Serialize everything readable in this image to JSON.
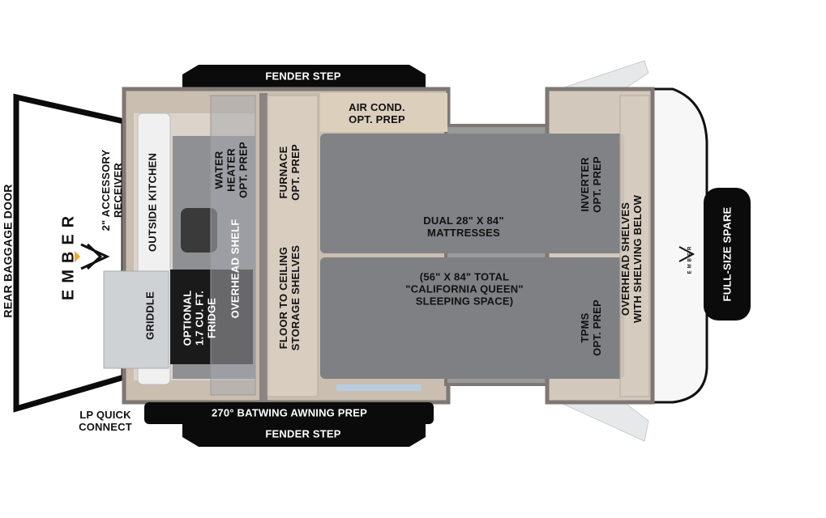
{
  "labels": {
    "rear_baggage_door": "REAR BAGGAGE DOOR",
    "accessory_receiver": "2\" ACCESSORY\nRECEIVER",
    "outside_kitchen": "OUTSIDE KITCHEN",
    "griddle": "GRIDDLE",
    "fridge": "OPTIONAL\n1.7 CU. FT.\nFRIDGE",
    "water_heater": "WATER\nHEATER\nOPT. PREP",
    "overhead_shelf": "OVERHEAD SHELF",
    "furnace": "FURNACE\nOPT. PREP",
    "storage_shelves": "FLOOR TO CEILING\nSTORAGE SHELVES",
    "air_cond": "AIR COND.\nOPT. PREP",
    "mattresses": "DUAL 28\" X 84\"\nMATTRESSES",
    "sleeping_space": "(56\" X 84\" TOTAL\n\"CALIFORNIA QUEEN\"\nSLEEPING SPACE)",
    "inverter": "INVERTER\nOPT. PREP",
    "tpms": "TPMS\nOPT. PREP",
    "overhead_shelves": "OVERHEAD SHELVES\nWITH SHELVING BELOW",
    "full_size_spare": "FULL-SIZE SPARE",
    "fender_step_top": "FENDER STEP",
    "fender_step_bottom": "FENDER STEP",
    "batwing_awning": "270° BATWING AWNING PREP",
    "lp_quick_connect": "LP QUICK\nCONNECT"
  },
  "logo": {
    "text": "EMBER",
    "accent": "#f5a623"
  },
  "colors": {
    "wall": "#8a8580",
    "cabinet": "#d9cfc2",
    "bed": "#7f8184",
    "black": "#0b0b0b"
  }
}
